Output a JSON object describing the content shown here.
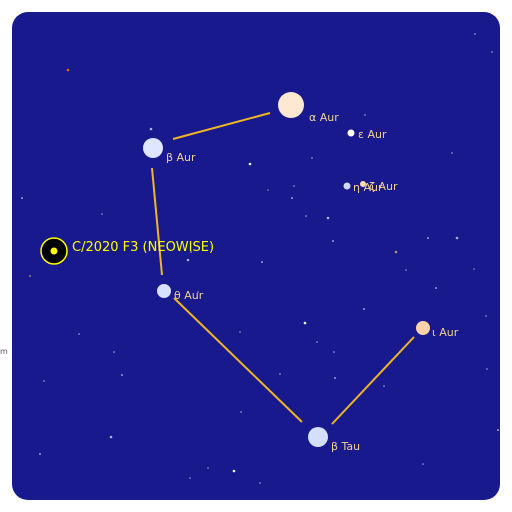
{
  "colors": {
    "sky": "#17198c",
    "border": "#ffffff",
    "line": "#f0b526",
    "label": "#f2d28a",
    "comet": "#ffff00",
    "background_star": "#ffffff"
  },
  "comet": {
    "name": "C/2020 F3 (NEOWISE)",
    "icon": "comet-target-icon"
  },
  "stars": [
    {
      "id": "alpha-aur",
      "label": "α Aur",
      "color": "#fde8d2",
      "magnitude": 0.1
    },
    {
      "id": "beta-aur-upper",
      "label": "β Aur",
      "color": "#dfe6ff",
      "magnitude": 1.9
    },
    {
      "id": "epsilon-aur",
      "label": "ε Aur",
      "color": "#ffffff",
      "magnitude": 3.0
    },
    {
      "id": "eta-zeta-aur",
      "label": "η Aur",
      "color": "#cfd9ff",
      "magnitude": 3.2
    },
    {
      "id": "zeta-aur",
      "label": "ζ Aur",
      "color": "#ffdcb0",
      "magnitude": 3.7
    },
    {
      "id": "theta-aur",
      "label": "θ Aur",
      "color": "#d7e0ff",
      "magnitude": 2.6
    },
    {
      "id": "iota-aur",
      "label": "ι Aur",
      "color": "#ffd2a8",
      "magnitude": 2.7
    },
    {
      "id": "beta-tau",
      "label": "β Tau",
      "color": "#d4deff",
      "magnitude": 1.7
    }
  ],
  "stray_text": {
    "left_edge": "m"
  }
}
